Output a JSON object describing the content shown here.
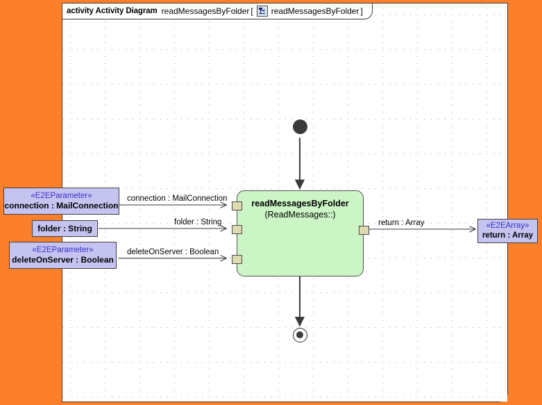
{
  "canvas": {
    "background_color": "#FC7F2B",
    "frame_background": "#ffffff",
    "grid": "dotted"
  },
  "frame_header": {
    "kind_label": "activity Activity Diagram",
    "diagram_name": "readMessagesByFolder",
    "bracket_open": "[",
    "bracket_close": "]",
    "referenced_name": "readMessagesByFolder",
    "icon": "activity-diagram-icon"
  },
  "activity_node": {
    "title": "readMessagesByFolder",
    "subtitle": "(ReadMessages::)",
    "fill_color": "#CCF5C6",
    "border_color": "#4f4f4f"
  },
  "input_parameters": [
    {
      "stereotype": "«E2EParameter»",
      "name": "connection : MailConnection",
      "fill_color": "#C5C3F0",
      "stereotype_color": "#3333CC"
    },
    {
      "stereotype": "",
      "name": "folder : String",
      "fill_color": "#C5C3F0",
      "stereotype_color": "#3333CC"
    },
    {
      "stereotype": "«E2EParameter»",
      "name": "deleteOnServer : Boolean",
      "fill_color": "#C5C3F0",
      "stereotype_color": "#3333CC"
    }
  ],
  "output_parameters": [
    {
      "stereotype": "«E2EArray»",
      "name": "return : Array",
      "fill_color": "#C5C3F0",
      "stereotype_color": "#3333CC"
    }
  ],
  "edge_labels": {
    "connection": "connection : MailConnection",
    "folder": "folder : String",
    "delete_on_server": "deleteOnServer : Boolean",
    "return": "return : Array"
  },
  "control_nodes": {
    "initial": "initial-node",
    "final": "activity-final-node"
  },
  "pins": {
    "input_count": 3,
    "output_count": 1,
    "fill_color": "#DEDBB0"
  }
}
